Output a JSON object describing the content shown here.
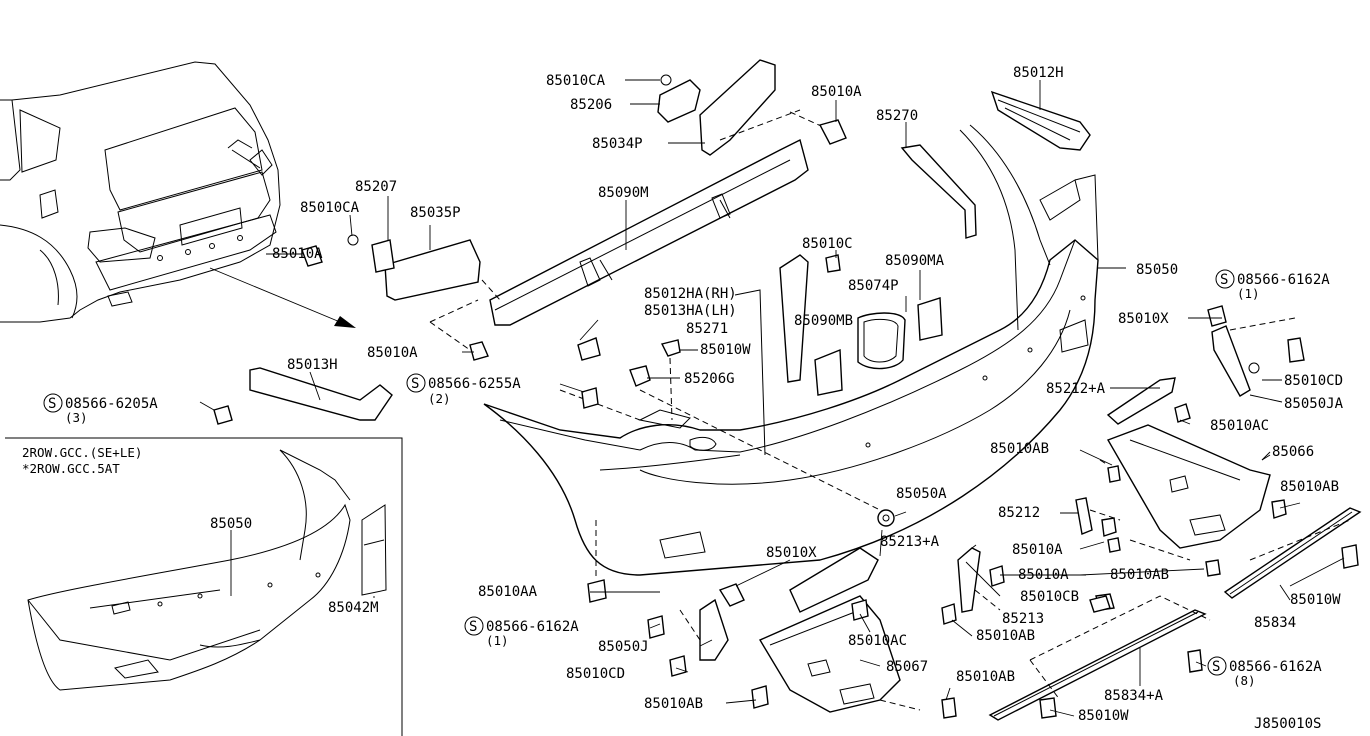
{
  "parts": {
    "p85010CA_top": "85010CA",
    "p85206": "85206",
    "p85034P": "85034P",
    "p85010A_top": "85010A",
    "p85012H": "85012H",
    "p85270": "85270",
    "p85207": "85207",
    "p85010CA_left": "85010CA",
    "p85035P": "85035P",
    "p85090M": "85090M",
    "p85010A_left": "85010A",
    "p85010C": "85010C",
    "p85090MA": "85090MA",
    "p85050_main": "85050",
    "p85074P": "85074P",
    "p85012HA": "85012HA(RH)",
    "p85013HA": "85013HA(LH)",
    "p85090MB": "85090MB",
    "p85271": "85271",
    "p85010W_mid": "85010W",
    "p85010A_mid": "85010A",
    "p85013H": "85013H",
    "p08566_6255A": "08566-6255A",
    "p08566_6255A_qty": "(2)",
    "p85206G": "85206G",
    "p08566_6205A": "08566-6205A",
    "p08566_6205A_qty": "(3)",
    "p08566_6162A_r": "08566-6162A",
    "p08566_6162A_r_qty": "(1)",
    "p85010X_r": "85010X",
    "p85010CD_r": "85010CD",
    "p85050JA": "85050JA",
    "p85212A": "85212+A",
    "p85010AC_r": "85010AC",
    "p85010AB_1": "85010AB",
    "p85066": "85066",
    "p85010AB_2": "85010AB",
    "p85212": "85212",
    "p85050A": "85050A",
    "p85213A": "85213+A",
    "p85010A_b1": "85010A",
    "p85010A_b2": "85010A",
    "p85010AB_3": "85010AB",
    "p85010X_b": "85010X",
    "p85010AA": "85010AA",
    "p08566_6162A_b": "08566-6162A",
    "p08566_6162A_b_qty": "(1)",
    "p85010CB": "85010CB",
    "p85213": "85213",
    "p85010W_r": "85010W",
    "p85834": "85834",
    "p85010AC_b": "85010AC",
    "p85010AB_4": "85010AB",
    "p85050J": "85050J",
    "p85010CD_b": "85010CD",
    "p85067": "85067",
    "p85010AB_5": "85010AB",
    "p85010AB_6": "85010AB",
    "p85834A": "85834+A",
    "p08566_6162A_bb": "08566-6162A",
    "p08566_6162A_bb_qty": "(8)",
    "p85010W_b": "85010W"
  },
  "inset": {
    "note_line1": "2ROW.GCC.(SE+LE)",
    "note_line2": "*2ROW.GCC.5AT",
    "p85050": "85050",
    "p85042M": "85042M"
  },
  "diagram_code": "J850010S",
  "screw_symbol": "S"
}
